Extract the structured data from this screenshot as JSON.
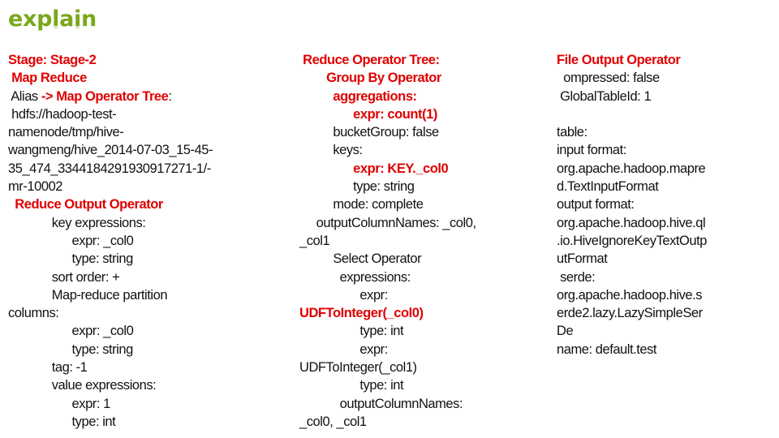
{
  "title": "explain",
  "colors": {
    "title": "#7aa81c",
    "highlight": "#e00000",
    "text": "#111111"
  },
  "columns": [
    {
      "lines": [
        {
          "segments": [
            {
              "text": "Stage: Stage-2",
              "hl": true
            }
          ]
        },
        {
          "segments": [
            {
              "text": " Map Reduce",
              "hl": true
            }
          ]
        },
        {
          "segments": [
            {
              "text": " Alias ",
              "hl": false
            },
            {
              "text": "-> Map Operator Tree",
              "hl": true
            },
            {
              "text": ":",
              "hl": false
            }
          ]
        },
        {
          "segments": [
            {
              "text": " hdfs://hadoop-test-",
              "hl": false
            }
          ]
        },
        {
          "segments": [
            {
              "text": "namenode/tmp/hive-",
              "hl": false
            }
          ]
        },
        {
          "segments": [
            {
              "text": "wangmeng/hive_2014-07-03_15-45-",
              "hl": false
            }
          ]
        },
        {
          "segments": [
            {
              "text": "35_474_3344184291930917271-1/-",
              "hl": false
            }
          ]
        },
        {
          "segments": [
            {
              "text": "mr-10002",
              "hl": false
            }
          ]
        },
        {
          "segments": [
            {
              "text": "  Reduce Output Operator",
              "hl": true
            }
          ]
        },
        {
          "segments": [
            {
              "text": "             key expressions:",
              "hl": false
            }
          ]
        },
        {
          "segments": [
            {
              "text": "                   expr: _col0",
              "hl": false
            }
          ]
        },
        {
          "segments": [
            {
              "text": "                   type: string",
              "hl": false
            }
          ]
        },
        {
          "segments": [
            {
              "text": "             sort order: +",
              "hl": false
            }
          ]
        },
        {
          "segments": [
            {
              "text": "             Map-reduce partition",
              "hl": false
            }
          ]
        },
        {
          "segments": [
            {
              "text": "columns:",
              "hl": false
            }
          ]
        },
        {
          "segments": [
            {
              "text": "                   expr: _col0",
              "hl": false
            }
          ]
        },
        {
          "segments": [
            {
              "text": "                   type: string",
              "hl": false
            }
          ]
        },
        {
          "segments": [
            {
              "text": "             tag: -1",
              "hl": false
            }
          ]
        },
        {
          "segments": [
            {
              "text": "             value expressions:",
              "hl": false
            }
          ]
        },
        {
          "segments": [
            {
              "text": "                   expr: 1",
              "hl": false
            }
          ]
        },
        {
          "segments": [
            {
              "text": "                   type: int",
              "hl": false
            }
          ]
        }
      ]
    },
    {
      "lines": [
        {
          "segments": [
            {
              "text": " Reduce Operator Tree:",
              "hl": true
            }
          ]
        },
        {
          "segments": [
            {
              "text": "        Group By Operator",
              "hl": true
            }
          ]
        },
        {
          "segments": [
            {
              "text": "          aggregations:",
              "hl": true
            }
          ]
        },
        {
          "segments": [
            {
              "text": "                ",
              "hl": false
            },
            {
              "text": "expr: count(1)",
              "hl": true
            }
          ]
        },
        {
          "segments": [
            {
              "text": "          bucketGroup: false",
              "hl": false
            }
          ]
        },
        {
          "segments": [
            {
              "text": "          keys:",
              "hl": false
            }
          ]
        },
        {
          "segments": [
            {
              "text": "                ",
              "hl": false
            },
            {
              "text": "expr: KEY._col0",
              "hl": true
            }
          ]
        },
        {
          "segments": [
            {
              "text": "                type: string",
              "hl": false
            }
          ]
        },
        {
          "segments": [
            {
              "text": "          mode: complete",
              "hl": false
            }
          ]
        },
        {
          "segments": [
            {
              "text": "     outputColumnNames: _col0,",
              "hl": false
            }
          ]
        },
        {
          "segments": [
            {
              "text": "_col1",
              "hl": false
            }
          ]
        },
        {
          "segments": [
            {
              "text": "          Select Operator",
              "hl": false
            }
          ]
        },
        {
          "segments": [
            {
              "text": "            expressions:",
              "hl": false
            }
          ]
        },
        {
          "segments": [
            {
              "text": "                  expr:",
              "hl": false
            }
          ]
        },
        {
          "segments": [
            {
              "text": "UDFToInteger(_col0)",
              "hl": true
            }
          ]
        },
        {
          "segments": [
            {
              "text": "                  type: int",
              "hl": false
            }
          ]
        },
        {
          "segments": [
            {
              "text": "                  expr:",
              "hl": false
            }
          ]
        },
        {
          "segments": [
            {
              "text": "UDFToInteger(_col1)",
              "hl": false
            }
          ]
        },
        {
          "segments": [
            {
              "text": "                  type: int",
              "hl": false
            }
          ]
        },
        {
          "segments": [
            {
              "text": "            outputColumnNames:",
              "hl": false
            }
          ]
        },
        {
          "segments": [
            {
              "text": "_col0, _col1",
              "hl": false
            }
          ]
        }
      ]
    },
    {
      "lines": [
        {
          "segments": [
            {
              "text": "File Output Operator",
              "hl": true
            }
          ]
        },
        {
          "segments": [
            {
              "text": "  ompressed: false",
              "hl": false
            }
          ]
        },
        {
          "segments": [
            {
              "text": " GlobalTableId: 1",
              "hl": false
            }
          ]
        },
        {
          "segments": [
            {
              "text": "",
              "hl": false
            }
          ]
        },
        {
          "segments": [
            {
              "text": "table:",
              "hl": false
            }
          ]
        },
        {
          "segments": [
            {
              "text": "input format:",
              "hl": false
            }
          ]
        },
        {
          "segments": [
            {
              "text": "org.apache.hadoop.mapre",
              "hl": false
            }
          ]
        },
        {
          "segments": [
            {
              "text": "d.TextInputFormat",
              "hl": false
            }
          ]
        },
        {
          "segments": [
            {
              "text": "output format:",
              "hl": false
            }
          ]
        },
        {
          "segments": [
            {
              "text": "org.apache.hadoop.hive.ql",
              "hl": false
            }
          ]
        },
        {
          "segments": [
            {
              "text": ".io.HiveIgnoreKeyTextOutp",
              "hl": false
            }
          ]
        },
        {
          "segments": [
            {
              "text": "utFormat",
              "hl": false
            }
          ]
        },
        {
          "segments": [
            {
              "text": " serde:",
              "hl": false
            }
          ]
        },
        {
          "segments": [
            {
              "text": "org.apache.hadoop.hive.s",
              "hl": false
            }
          ]
        },
        {
          "segments": [
            {
              "text": "erde2.lazy.LazySimpleSer",
              "hl": false
            }
          ]
        },
        {
          "segments": [
            {
              "text": "De",
              "hl": false
            }
          ]
        },
        {
          "segments": [
            {
              "text": "name: default.test",
              "hl": false
            }
          ]
        }
      ]
    }
  ]
}
